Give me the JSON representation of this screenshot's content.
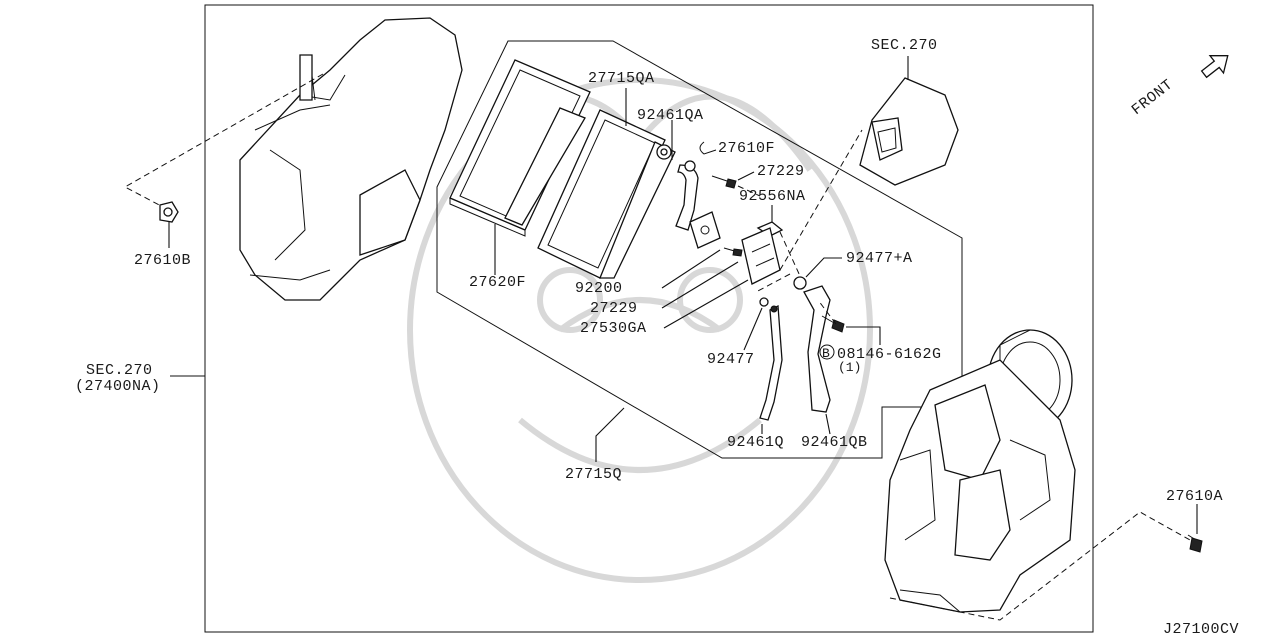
{
  "diagram_code": "J27100CV",
  "front_label": "FRONT",
  "section_refs": {
    "top_right": "SEC.270",
    "left": "SEC.270",
    "left_sub": "(27400NA)"
  },
  "callouts": {
    "c27715QA": "27715QA",
    "c92461QA": "92461QA",
    "c27610F": "27610F",
    "c27229a": "27229",
    "c92556NA": "92556NA",
    "c92477A": "92477+A",
    "c27620F": "27620F",
    "c92200": "92200",
    "c27229b": "27229",
    "c27530GA": "27530GA",
    "c92477": "92477",
    "c08146": "08146-6162G",
    "c08146_qty": "(1)",
    "c08146_prefix": "B",
    "c92461Q": "92461Q",
    "c92461QB": "92461QB",
    "c27715Q": "27715Q",
    "c27610B": "27610B",
    "c27610A": "27610A"
  }
}
